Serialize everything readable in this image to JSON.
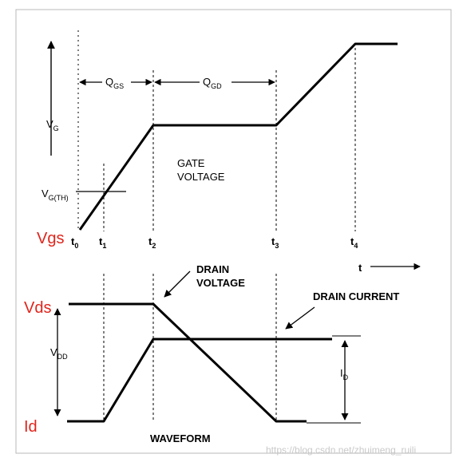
{
  "colors": {
    "frame": "#b8b8b8",
    "ink": "#000000",
    "accent_labels": "#e0241b",
    "watermark": "#c9c9c9"
  },
  "top": {
    "axis_v": {
      "main": "V",
      "sub": "G"
    },
    "gate_label_line1": "GATE",
    "gate_label_line2": "VOLTAGE",
    "threshold": {
      "main": "V",
      "sub": "G(TH)"
    },
    "vgs": "Vgs",
    "qgs": {
      "main": "Q",
      "sub": "GS"
    },
    "qgd": {
      "main": "Q",
      "sub": "GD"
    },
    "times": [
      {
        "main": "t",
        "sub": "0"
      },
      {
        "main": "t",
        "sub": "1"
      },
      {
        "main": "t",
        "sub": "2"
      },
      {
        "main": "t",
        "sub": "3"
      },
      {
        "main": "t",
        "sub": "4"
      }
    ],
    "t_axis": "t"
  },
  "bottom": {
    "drain_voltage_line1": "DRAIN",
    "drain_voltage_line2": "VOLTAGE",
    "drain_current": "DRAIN CURRENT",
    "vds": "Vds",
    "vdd": {
      "main": "V",
      "sub": "DD"
    },
    "id_arrow": {
      "main": "I",
      "sub": "D"
    },
    "id": "Id",
    "waveform": "WAVEFORM"
  },
  "watermark": "https://blog.csdn.net/zhuimeng_ruili"
}
